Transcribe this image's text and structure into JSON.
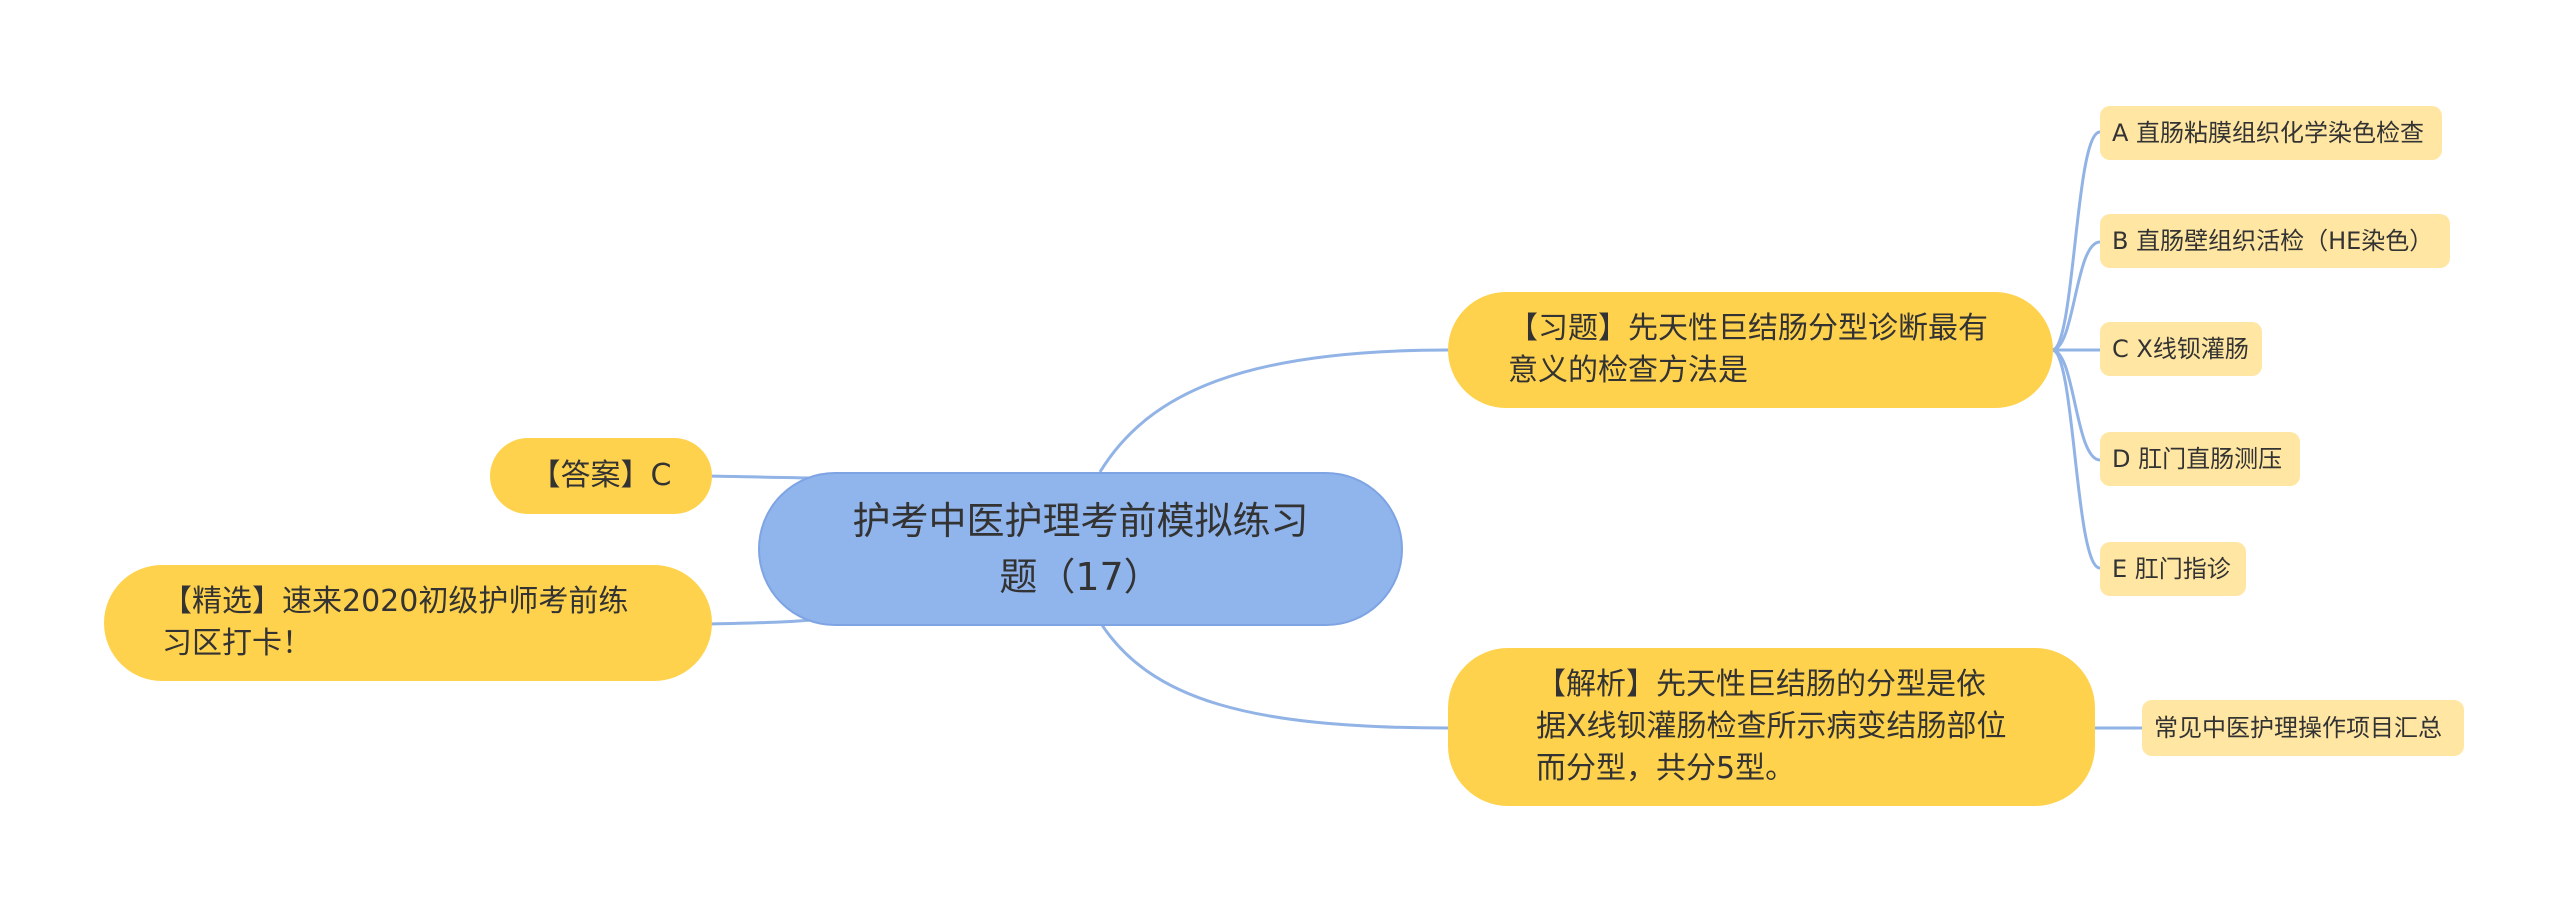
{
  "root": {
    "title": "护考中医护理考前模拟练习题（17）"
  },
  "branches": {
    "question": {
      "text": "【习题】先天性巨结肠分型诊断最有意义的检查方法是",
      "options": [
        "A 直肠粘膜组织化学染色检查",
        "B 直肠壁组织活检（HE染色）",
        "C X线钡灌肠",
        "D 肛门直肠测压",
        "E 肛门指诊"
      ]
    },
    "answer": {
      "text": "【答案】C"
    },
    "featured": {
      "text": "【精选】速来2020初级护师考前练习区打卡！"
    },
    "analysis": {
      "text": "【解析】先天性巨结肠的分型是依据X线钡灌肠检查所示病变结肠部位而分型，共分5型。",
      "children": [
        "常见中医护理操作项目汇总"
      ]
    }
  },
  "colors": {
    "root_fill": "#90b4ec",
    "branch_fill": "#ffd24d",
    "leaf_fill": "#ffe6a3",
    "connector": "#92b3e6",
    "text": "#333333"
  }
}
